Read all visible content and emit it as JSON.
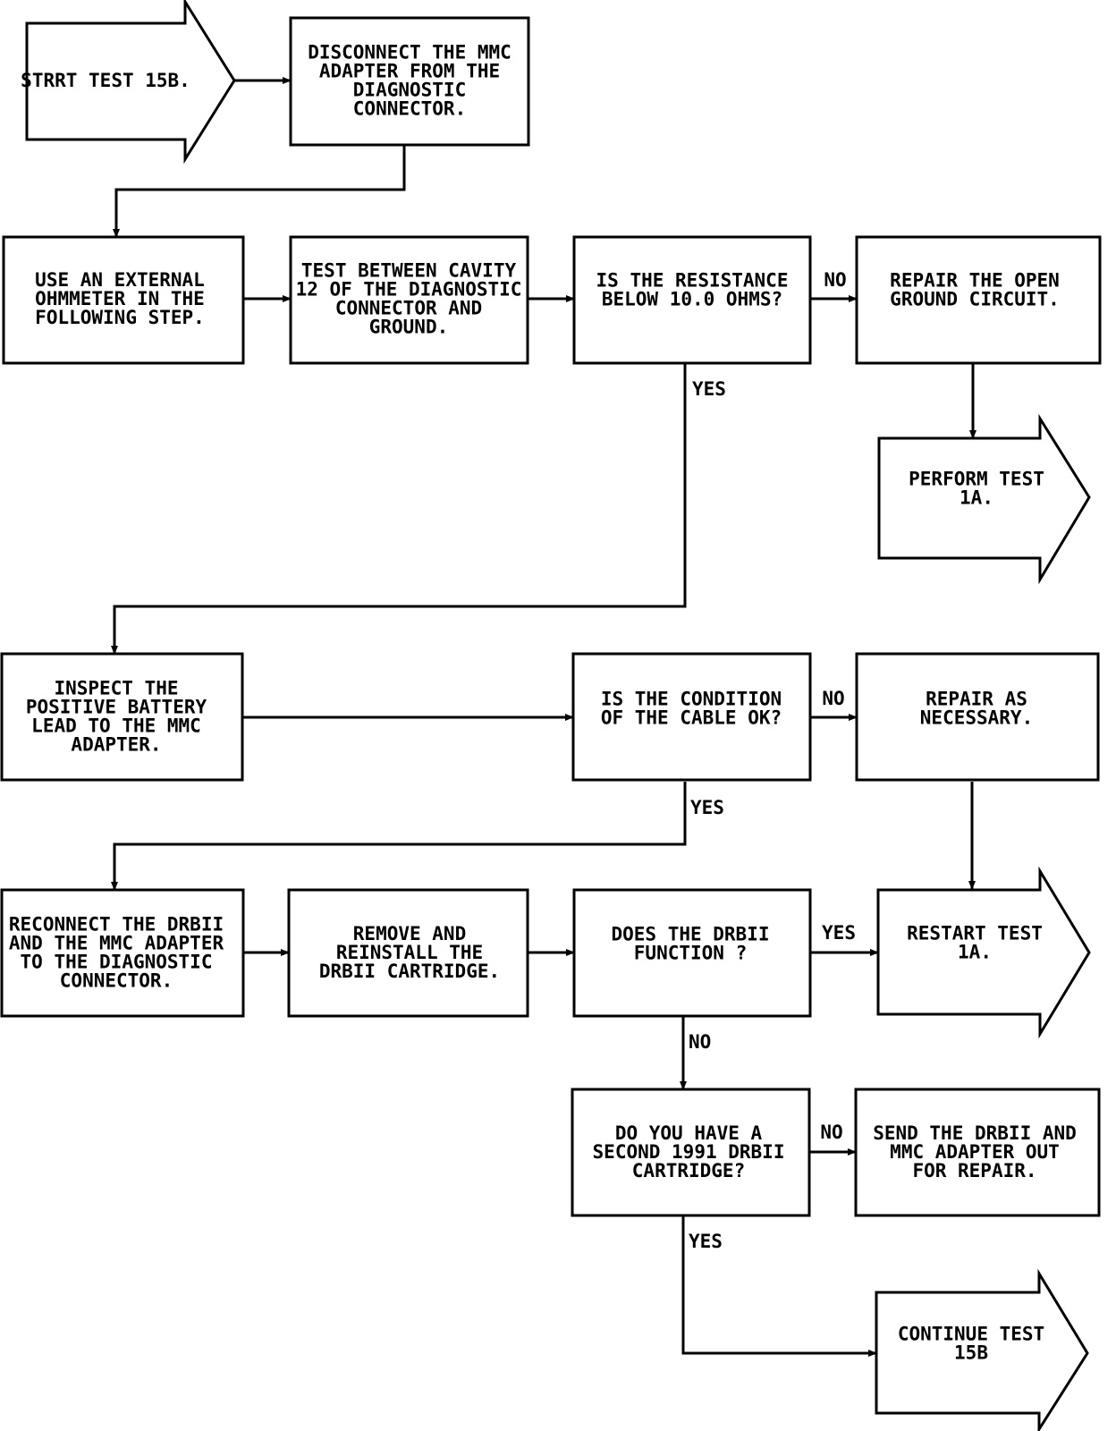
{
  "nodes": {
    "start": {
      "lines": [
        "STRRT TEST 15B."
      ]
    },
    "disconnect": {
      "lines": [
        "DISCONNECT THE MMC",
        "ADAPTER FROM THE",
        "DIAGNOSTIC",
        "CONNECTOR."
      ]
    },
    "use_ohmmeter": {
      "lines": [
        "USE AN EXTERNAL",
        "OHMMETER IN THE",
        "FOLLOWING STEP."
      ]
    },
    "test_between": {
      "lines": [
        "TEST BETWEEN CAVITY",
        "12 OF THE DIAGNOSTIC",
        "CONNECTOR AND",
        "GROUND."
      ]
    },
    "resistance_q": {
      "lines": [
        "IS THE RESISTANCE",
        "BELOW 10.0 OHMS?"
      ]
    },
    "repair_open": {
      "lines": [
        "REPAIR THE OPEN",
        "GROUND CIRCUIT."
      ]
    },
    "perform_1a": {
      "lines": [
        "PERFORM TEST",
        "1A."
      ]
    },
    "inspect": {
      "lines": [
        "INSPECT THE",
        "POSITIVE BATTERY",
        "LEAD TO THE MMC",
        "ADAPTER."
      ]
    },
    "condition_q": {
      "lines": [
        "IS THE CONDITION",
        "OF THE CABLE OK?"
      ]
    },
    "repair_as": {
      "lines": [
        "REPAIR AS",
        "NECESSARY."
      ]
    },
    "reconnect": {
      "lines": [
        "RECONNECT THE DRBII",
        "AND THE MMC ADAPTER",
        "TO THE DIAGNOSTIC",
        "CONNECTOR."
      ]
    },
    "remove": {
      "lines": [
        "REMOVE AND",
        "REINSTALL THE",
        "DRBII CARTRIDGE."
      ]
    },
    "function_q": {
      "lines": [
        "DOES THE DRBII",
        "FUNCTION ?"
      ]
    },
    "restart_1a": {
      "lines": [
        "RESTART TEST",
        "1A."
      ]
    },
    "second_q": {
      "lines": [
        "DO YOU HAVE A",
        "SECOND 1991 DRBII",
        "CARTRIDGE?"
      ]
    },
    "send": {
      "lines": [
        "SEND THE DRBII AND",
        "MMC ADAPTER OUT",
        "FOR REPAIR."
      ]
    },
    "continue": {
      "lines": [
        "CONTINUE TEST",
        "15B"
      ]
    }
  },
  "edge_labels": {
    "resistance_no": "NO",
    "resistance_yes": "YES",
    "condition_no": "NO",
    "condition_yes": "YES",
    "function_yes": "YES",
    "function_no": "NO",
    "second_no": "NO",
    "second_yes": "YES"
  }
}
